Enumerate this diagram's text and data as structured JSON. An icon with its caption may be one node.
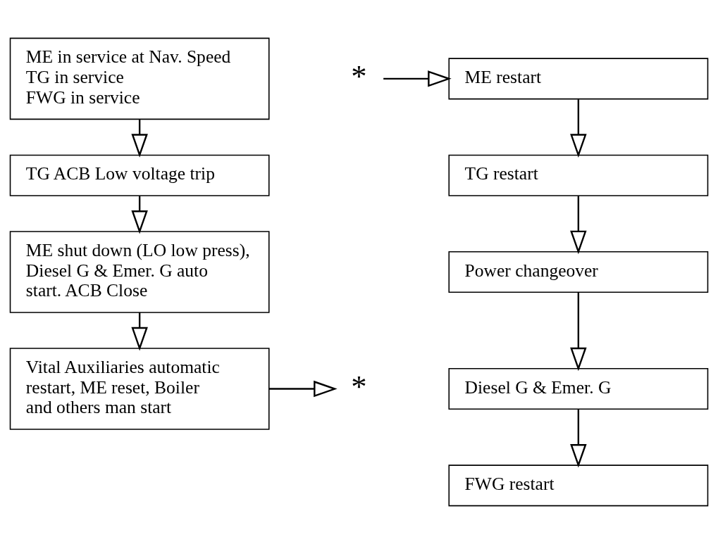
{
  "diagram": {
    "nodes": [
      {
        "text": [
          "ME in service at Nav. Speed",
          "TG in service",
          "FWG in service"
        ]
      },
      {
        "text": [
          "TG ACB Low voltage trip"
        ]
      },
      {
        "text": [
          "ME shut down (LO low press), Diesel G & Emer. G auto start. ACB Close"
        ]
      },
      {
        "text": [
          "Vital Auxiliaries automatic restart, ME reset, Boiler and others man start"
        ]
      },
      {
        "text": [
          "*"
        ]
      },
      {
        "text": [
          "*"
        ]
      },
      {
        "text": [
          "ME restart"
        ]
      },
      {
        "text": [
          "TG restart"
        ]
      },
      {
        "text": [
          "Power changeover"
        ]
      },
      {
        "text": [
          "Diesel G & Emer. G"
        ]
      },
      {
        "text": [
          "FWG restart"
        ]
      }
    ],
    "edges": [
      {
        "from": 0,
        "to": 1,
        "arrow": "to"
      },
      {
        "from": 1,
        "to": 2,
        "arrow": "to"
      },
      {
        "from": 2,
        "to": 3,
        "arrow": "to"
      },
      {
        "from": 3,
        "to": 4,
        "arrow": "to"
      },
      {
        "from": 5,
        "to": 6,
        "arrow": "to"
      },
      {
        "from": 6,
        "to": 7,
        "arrow": "to"
      },
      {
        "from": 7,
        "to": 8,
        "arrow": "to"
      },
      {
        "from": 8,
        "to": 9,
        "arrow": "to"
      },
      {
        "from": 9,
        "to": 10,
        "arrow": "to"
      }
    ]
  }
}
